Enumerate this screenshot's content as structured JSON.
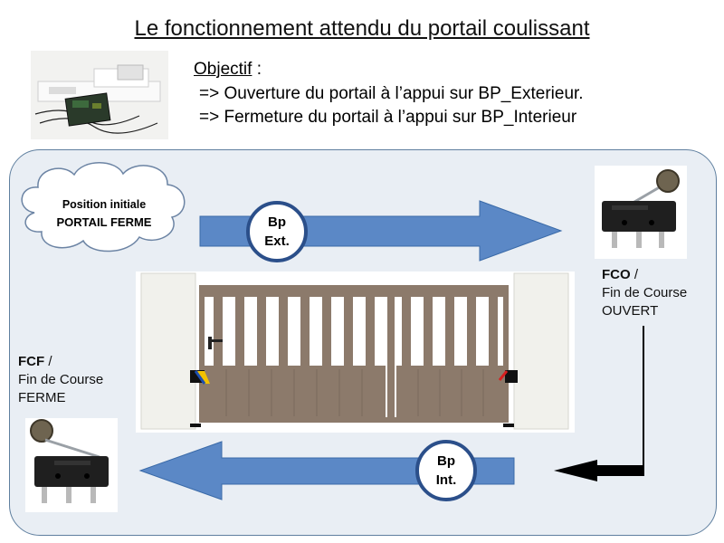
{
  "header": {
    "title": "Le fonctionnement attendu du portail coulissant"
  },
  "objective": {
    "label": "Objectif",
    "colon": " :",
    "line1": "=> Ouverture du portail à l’appui sur BP_Exterieur.",
    "line2": "=> Fermeture du portail à l’appui sur BP_Interieur"
  },
  "cloud": {
    "line1": "Position initiale",
    "line2": "PORTAIL FERME"
  },
  "buttons": {
    "ext": {
      "line1": "Bp",
      "line2": "Ext."
    },
    "int": {
      "line1": "Bp",
      "line2": "Int."
    }
  },
  "fco": {
    "code": "FCO",
    "slash": " /",
    "line1": "Fin de Course",
    "line2": "OUVERT"
  },
  "fcf": {
    "code": "FCF",
    "slash": " /",
    "line1": "Fin de Course",
    "line2": "FERME"
  },
  "colors": {
    "arrow": "#5b88c6",
    "arrow_stroke": "#3a6aa8",
    "circle_border": "#2b4f8a",
    "gate": "#8c7a6b",
    "panel": "#e9eef4"
  }
}
